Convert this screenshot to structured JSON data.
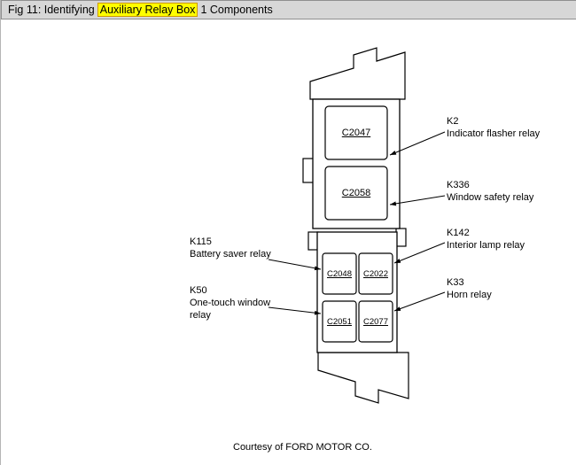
{
  "header": {
    "prefix": "Fig 11: Identifying",
    "highlight": "Auxiliary Relay Box",
    "suffix": "1 Components",
    "highlight_color": "#ffff00"
  },
  "diagram": {
    "connectors": {
      "c2047": "C2047",
      "c2058": "C2058",
      "c2048": "C2048",
      "c2022": "C2022",
      "c2051": "C2051",
      "c2077": "C2077"
    },
    "callouts": {
      "k2": {
        "code": "K2",
        "name": "Indicator flasher relay"
      },
      "k336": {
        "code": "K336",
        "name": "Window safety relay"
      },
      "k115": {
        "code": "K115",
        "name": "Battery saver relay"
      },
      "k142": {
        "code": "K142",
        "name": "Interior lamp relay"
      },
      "k50": {
        "code": "K50",
        "name": "One-touch window relay"
      },
      "k33": {
        "code": "K33",
        "name": "Horn relay"
      }
    }
  },
  "footer": {
    "credit": "Courtesy of FORD MOTOR CO."
  }
}
